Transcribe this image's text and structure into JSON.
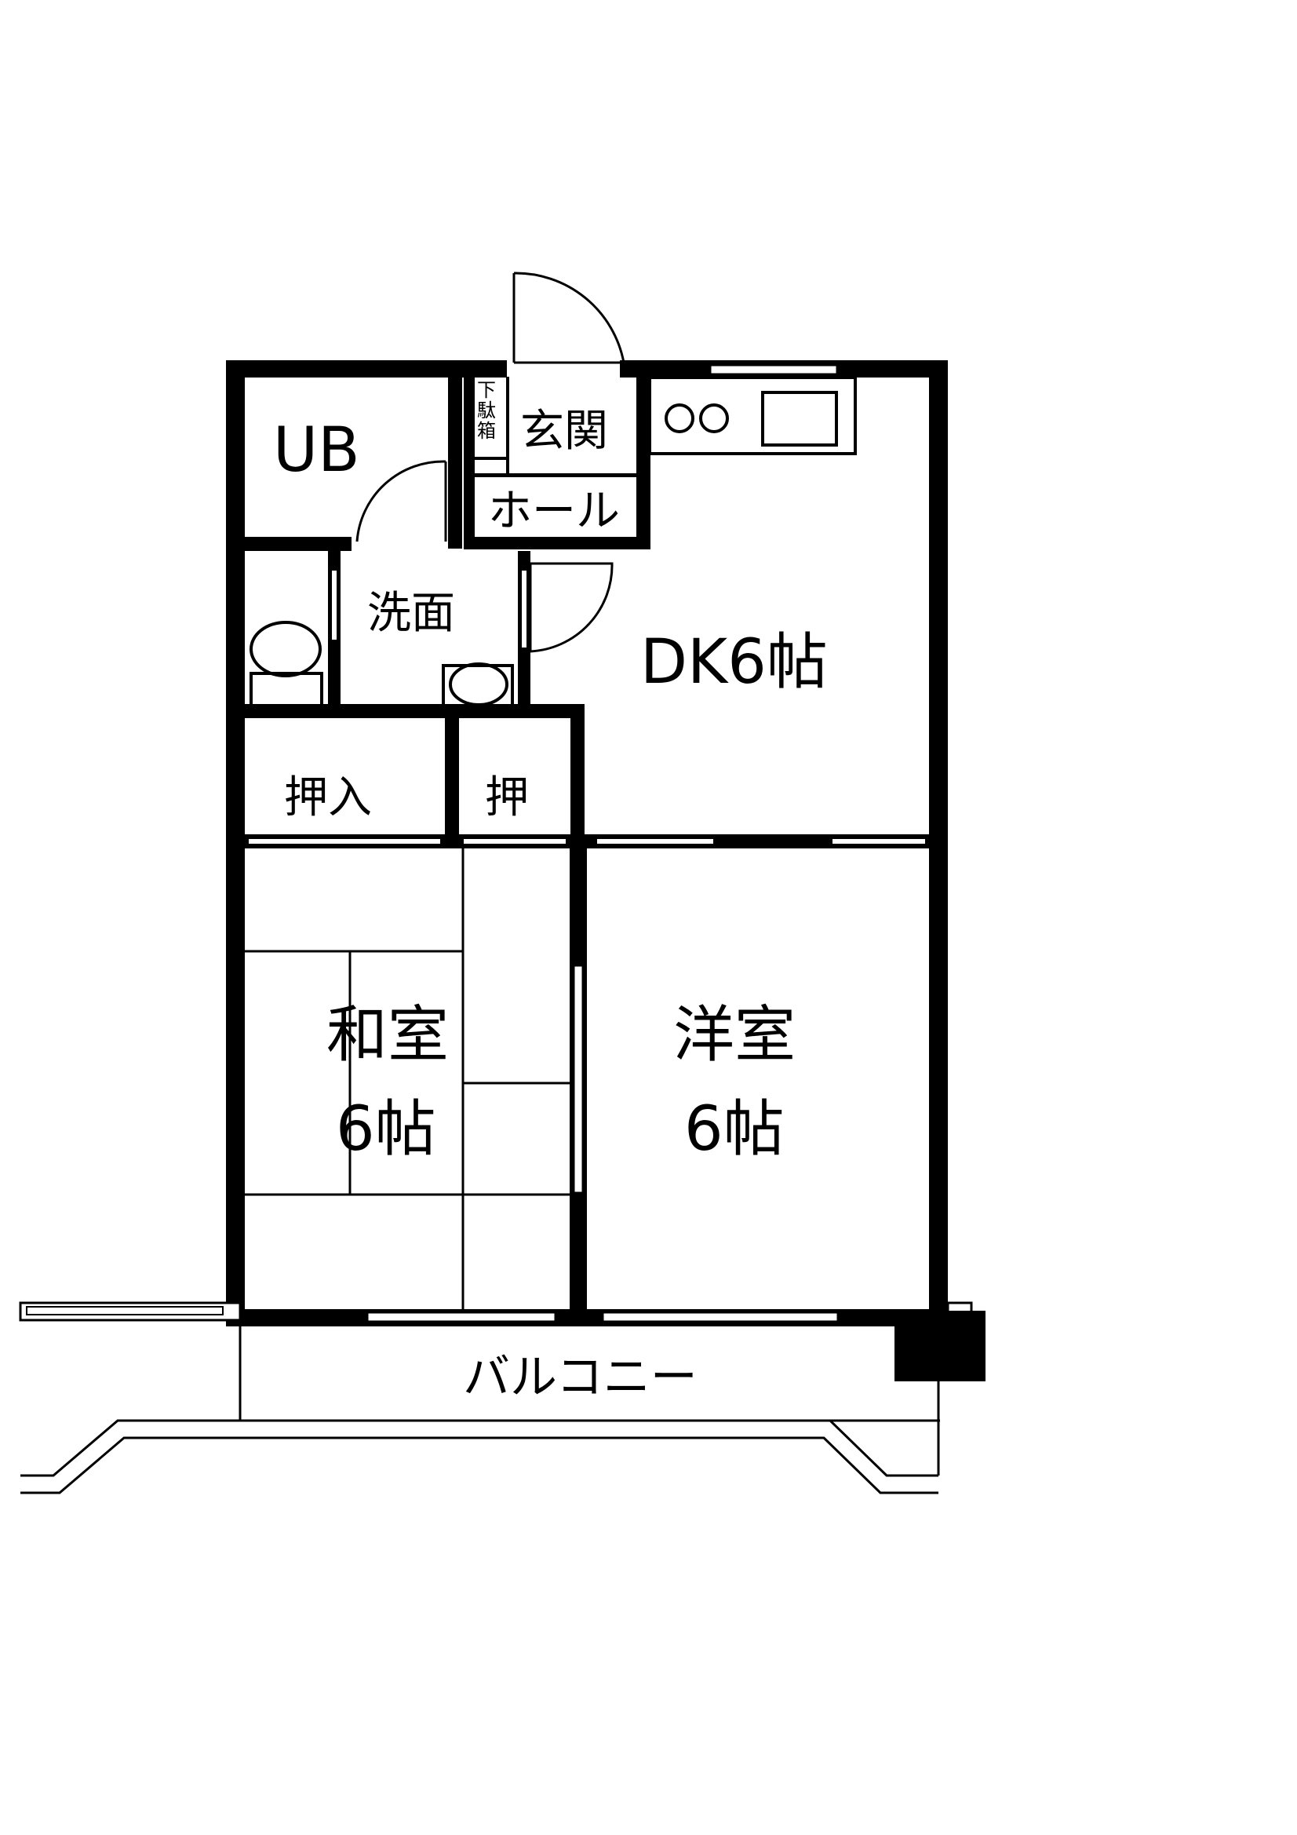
{
  "rooms": {
    "ub": "UB",
    "entrance": "玄関",
    "shoe_cabinet": "下駄箱",
    "hall": "ホール",
    "washroom": "洗面",
    "dk": "DK6帖",
    "closet_large": "押入",
    "closet_small": "押",
    "japanese_room_name": "和室",
    "japanese_room_size": "6帖",
    "western_room_name": "洋室",
    "western_room_size": "6帖",
    "balcony": "バルコニー"
  },
  "colors": {
    "wall": "#000000",
    "background": "#ffffff"
  }
}
